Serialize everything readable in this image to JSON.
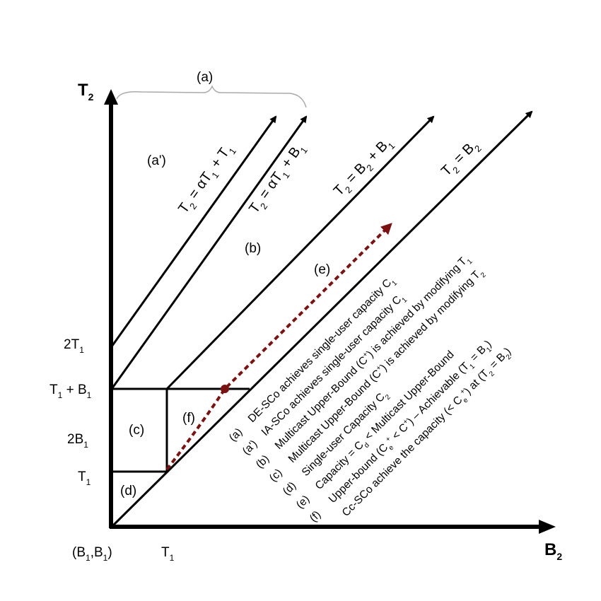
{
  "axes": {
    "y_name": "T",
    "y_sub": "2",
    "x_name": "B",
    "x_sub": "2"
  },
  "y_ticks": {
    "two_t1": "2T",
    "two_t1_sub": "1",
    "t1_b1_a": "T",
    "t1_b1_a_sub": "1",
    "t1_b1_b": " + B",
    "t1_b1_b_sub": "1",
    "two_b1": "2B",
    "two_b1_sub": "1",
    "t1": "T",
    "t1_sub": "1"
  },
  "x_ticks": {
    "origin": "(B",
    "origin_sub1": "1",
    "origin_mid": ",B",
    "origin_sub2": "1",
    "origin_end": ")",
    "t1": "T",
    "t1_sub": "1"
  },
  "region_labels": {
    "a": "(a)",
    "a_prime": "(a')",
    "b": "(b)",
    "c": "(c)",
    "d": "(d)",
    "e": "(e)",
    "f": "(f)"
  },
  "line_labels": {
    "l1": [
      [
        "T",
        "",
        ""
      ],
      [
        "2",
        "sub",
        ""
      ],
      [
        " = αT",
        "",
        ""
      ],
      [
        "1",
        "sub",
        ""
      ],
      [
        " + T",
        "",
        ""
      ],
      [
        "1",
        "sub",
        ""
      ]
    ],
    "l2": [
      [
        "T",
        "",
        ""
      ],
      [
        "2",
        "sub",
        ""
      ],
      [
        " = αT",
        "",
        ""
      ],
      [
        "1",
        "sub",
        ""
      ],
      [
        " + B",
        "",
        ""
      ],
      [
        "1",
        "sub",
        ""
      ]
    ],
    "l3": [
      [
        "T",
        "",
        ""
      ],
      [
        "2",
        "sub",
        ""
      ],
      [
        " = B",
        "",
        ""
      ],
      [
        "2",
        "sub",
        ""
      ],
      [
        " + B",
        "",
        ""
      ],
      [
        "1",
        "sub",
        ""
      ]
    ],
    "l4": [
      [
        "T",
        "",
        ""
      ],
      [
        "2",
        "sub",
        ""
      ],
      [
        " = B",
        "",
        ""
      ],
      [
        "2",
        "sub",
        ""
      ]
    ]
  },
  "legend": [
    {
      "key": "(a)",
      "text": [
        [
          "DE-SCo achieves single-user capacity C",
          ""
        ],
        [
          "1",
          "sub"
        ]
      ]
    },
    {
      "key": "(a')",
      "text": [
        [
          "IA-SCo achieves single-user capacity C",
          ""
        ],
        [
          "1",
          "sub"
        ]
      ]
    },
    {
      "key": "(b)",
      "text": [
        [
          "Multicast Upper-Bound (C",
          ""
        ],
        [
          "+",
          "sup"
        ],
        [
          ") is achieved by modifying T",
          ""
        ],
        [
          "1",
          "sub"
        ]
      ]
    },
    {
      "key": "(c)",
      "text": [
        [
          "Multicast Upper-Bound (C",
          ""
        ],
        [
          "+",
          "sup"
        ],
        [
          ") is achieved by modifying T",
          ""
        ],
        [
          "2",
          "sub"
        ]
      ]
    },
    {
      "key": "(d)",
      "text": [
        [
          "Single-user Capacity C",
          ""
        ],
        [
          "2",
          "sub"
        ]
      ]
    },
    {
      "key": "(e)",
      "text": [
        [
          "Capacity = C",
          ""
        ],
        [
          "d",
          "sub"
        ],
        [
          " < Multicast Upper-Bound",
          ""
        ]
      ]
    },
    {
      "key": "(f)",
      "text": [
        [
          "Upper-bound (C",
          ""
        ],
        [
          "e",
          "sub"
        ],
        [
          "+",
          "sup"
        ],
        [
          " < C",
          ""
        ],
        [
          "+",
          "sup"
        ],
        [
          ") – Achievable (T",
          ""
        ],
        [
          "1",
          "sub"
        ],
        [
          " = B",
          ""
        ],
        [
          "1",
          "sub"
        ],
        [
          ")",
          ""
        ]
      ]
    },
    {
      "key": "",
      "text": [
        [
          "Cc-SCo achieve the capacity (< C",
          ""
        ],
        [
          "e",
          "sub"
        ],
        [
          "+",
          "sup"
        ],
        [
          ") at (T",
          ""
        ],
        [
          "2",
          "sub"
        ],
        [
          " = B",
          ""
        ],
        [
          "2",
          "sub"
        ],
        [
          ")",
          ""
        ]
      ]
    }
  ],
  "colors": {
    "axis": "#000000",
    "path": "#7b1111"
  }
}
